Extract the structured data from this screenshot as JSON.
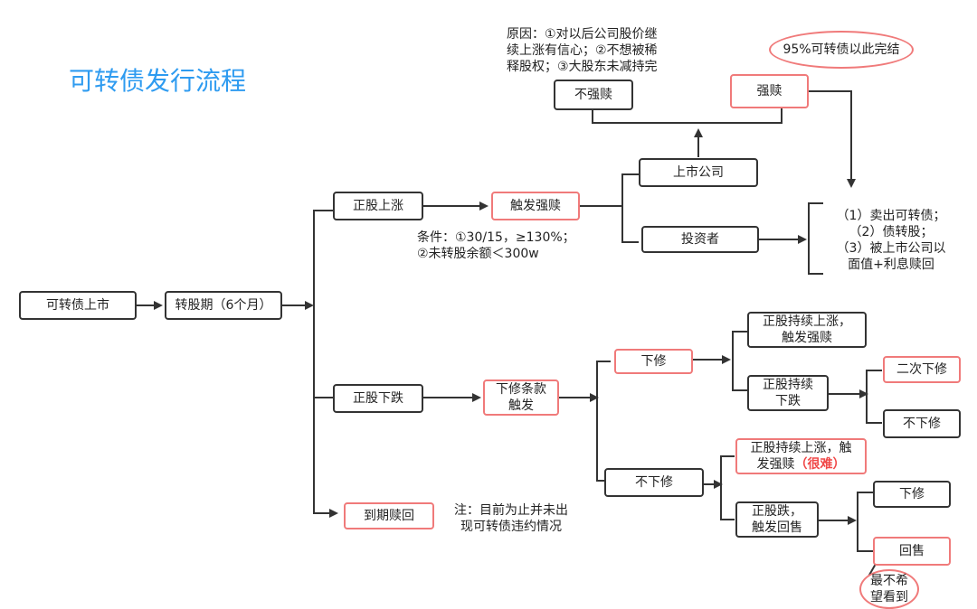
{
  "title": "可转债发行流程",
  "colors": {
    "accent_title": "#2e9bf0",
    "highlight_border": "#f07a7a",
    "highlight_text": "#f04848",
    "line": "#333333"
  },
  "nodes": {
    "listing": "可转债上市",
    "conversion_period": "转股期（6个月）",
    "stock_up": "正股上涨",
    "trigger_redeem": "触发强赎",
    "listed_company": "上市公司",
    "investor": "投资者",
    "no_force_redeem": "不强赎",
    "force_redeem": "强赎",
    "stock_down": "正股下跌",
    "downward_trigger": "下修条款\n触发",
    "revise_down": "下修",
    "no_revise": "不下修",
    "keep_rise_trigger": "正股持续上涨，\n触发强赎",
    "keep_fall": "正股持续\n下跌",
    "second_revise": "二次下修",
    "no_revise_2": "不下修",
    "rise_trigger_hard_main": "正股持续上涨，触\n发强赎",
    "rise_trigger_hard_hl": "（很难）",
    "fall_trigger_putback": "正股跌，\n触发回售",
    "revise_3": "下修",
    "putback": "回售",
    "maturity_redeem": "到期赎回"
  },
  "notes": {
    "reason": "原因：①对以后公司股价继\n续上涨有信心；②不想被稀\n释股权；③大股东未减持完",
    "bubble_95": "95%可转债以此完结",
    "condition": "条件：①30/15，≥130%；\n②未转股余额＜300w",
    "investor_options": "（1）卖出可转债；\n（2）债转股；\n（3）被上市公司以\n面值+利息赎回",
    "maturity_note": "注：目前为止并未出\n现可转债违约情况",
    "least_wanted": "最不希\n望看到"
  }
}
